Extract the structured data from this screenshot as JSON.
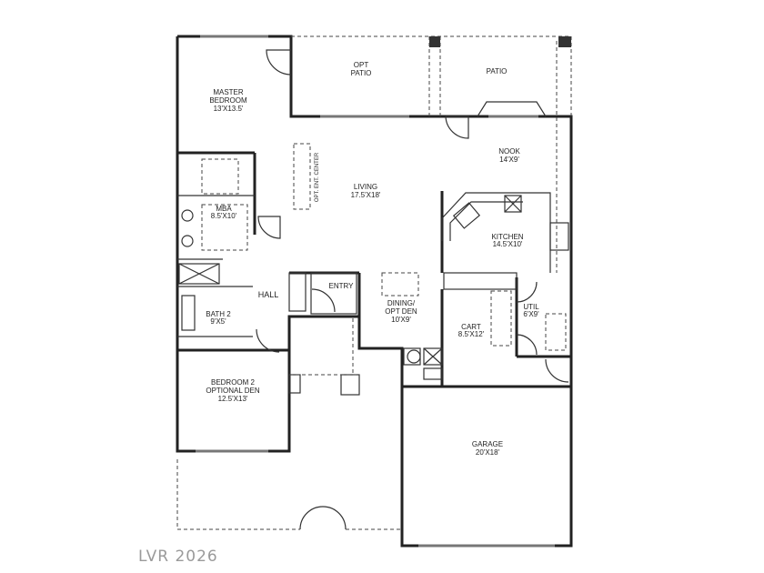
{
  "rooms": {
    "master_bedroom": {
      "name_1": "MASTER",
      "name_2": "BEDROOM",
      "size": "13'X13.5'"
    },
    "opt_patio": {
      "name_1": "OPT",
      "name_2": "PATIO"
    },
    "patio": {
      "name": "PATIO"
    },
    "living": {
      "name": "LIVING",
      "size": "17.5'X18'"
    },
    "ent_center": {
      "name": "OPT. ENT. CENTER"
    },
    "nook": {
      "name": "NOOK",
      "size": "14'X9'"
    },
    "mba": {
      "name": "MBA",
      "size": "8.5'X10'"
    },
    "kitchen": {
      "name": "KITCHEN",
      "size": "14.5'X10'"
    },
    "hall": {
      "name": "HALL"
    },
    "entry": {
      "name": "ENTRY"
    },
    "bath2": {
      "name": "BATH 2",
      "size": "9'X5'"
    },
    "dining": {
      "name_1": "DINING/",
      "name_2": "OPT DEN",
      "size": "10'X9'"
    },
    "cart": {
      "name": "CART",
      "size": "8.5'X12'"
    },
    "util": {
      "name": "UTIL",
      "size": "6'X9'"
    },
    "bedroom2": {
      "name_1": "BEDROOM 2",
      "name_2": "OPTIONAL DEN",
      "size": "12.5'X13'"
    },
    "garage": {
      "name": "GARAGE",
      "size": "20'X18'"
    }
  },
  "watermark": "LVR 2026"
}
